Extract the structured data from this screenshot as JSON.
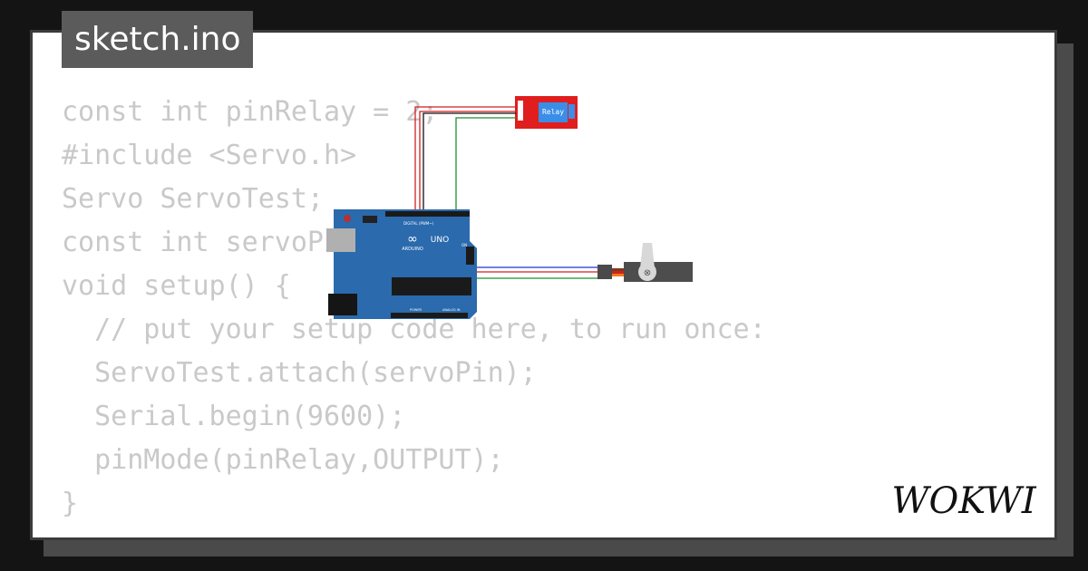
{
  "file_tab": {
    "label": "sketch.ino"
  },
  "code_lines": [
    "const int pinRelay = 2;",
    "#include <Servo.h>",
    "Servo ServoTest;",
    "const int servoPin = 3;",
    "void setup() {",
    "  // put your setup code here, to run once:",
    "  ServoTest.attach(servoPin);",
    "  Serial.begin(9600);",
    "  pinMode(pinRelay,OUTPUT);",
    "}"
  ],
  "circuit": {
    "relay_label": "Relay",
    "board_label": "UNO",
    "board_brand": "ARDUINO",
    "header_label": "DIGITAL (PWM~)",
    "analog_label": "ANALOG IN",
    "power_label": "POWER",
    "on_label": "ON"
  },
  "logo": {
    "text": "WOKWI"
  },
  "colors": {
    "page_bg": "#141414",
    "card_bg": "#ffffff",
    "card_border": "#3b3b3b",
    "tab_bg": "#5b5b5b",
    "code_text": "#c9c9c9",
    "board_blue": "#2a6aad",
    "relay_red": "#e01e1e",
    "wire_red": "#d21f1f",
    "wire_black": "#111111",
    "wire_green": "#1d8f2e",
    "wire_blue": "#1c35d6",
    "servo_grey": "#4d4d4d",
    "logo": "#111111"
  },
  "icons": {
    "arduino_logo": "infinity-icon",
    "servo_screw": "cross-circle-icon"
  }
}
